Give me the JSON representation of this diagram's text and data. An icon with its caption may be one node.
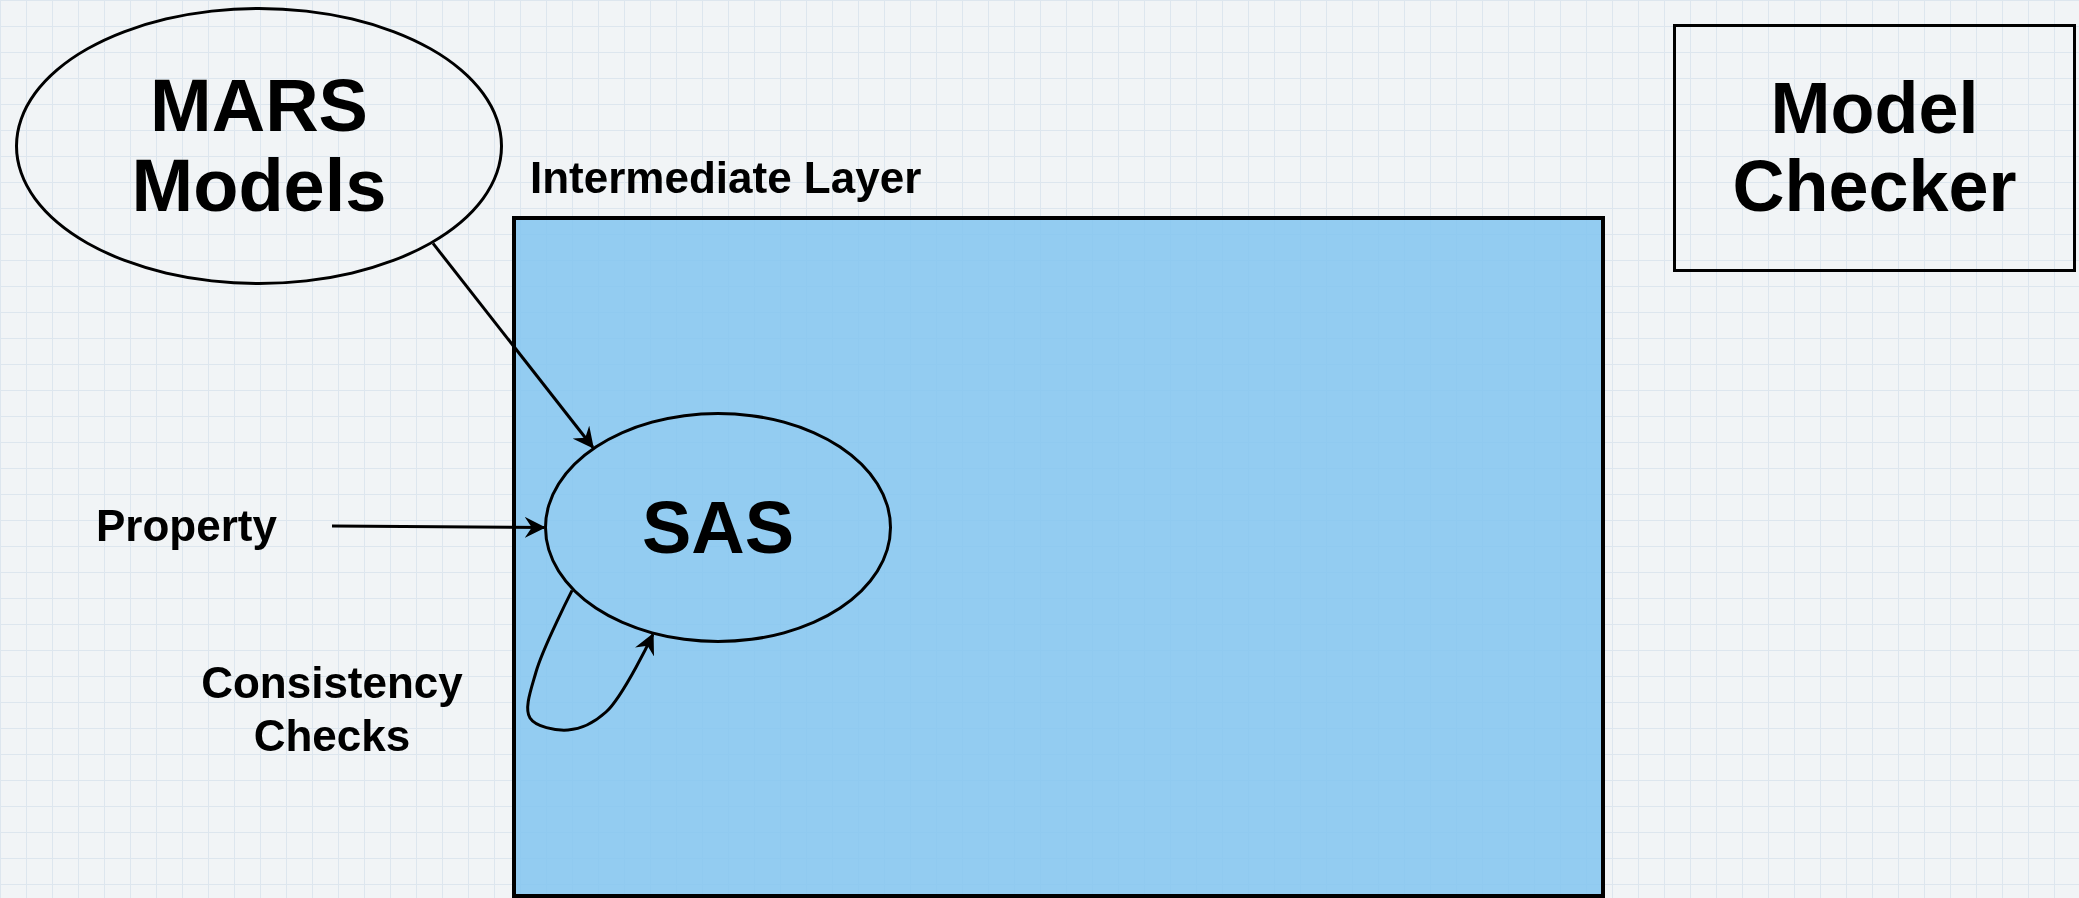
{
  "diagram": {
    "nodes": [
      {
        "text": [
          "MARS Models"
        ]
      },
      {
        "text": [
          "Intermediate Layer"
        ]
      },
      {
        "text": [
          "Model Checker"
        ]
      },
      {
        "text": [
          "SAS"
        ],
        "in": 1
      },
      {
        "text": [
          "Property"
        ]
      }
    ],
    "edges": [
      {
        "from": 0,
        "to": 3,
        "arrow": "to"
      },
      {
        "from": 4,
        "to": 3,
        "arrow": "to"
      },
      {
        "from": 3,
        "to": 3,
        "arrow": "to",
        "label": "Consistency Checks"
      }
    ]
  }
}
